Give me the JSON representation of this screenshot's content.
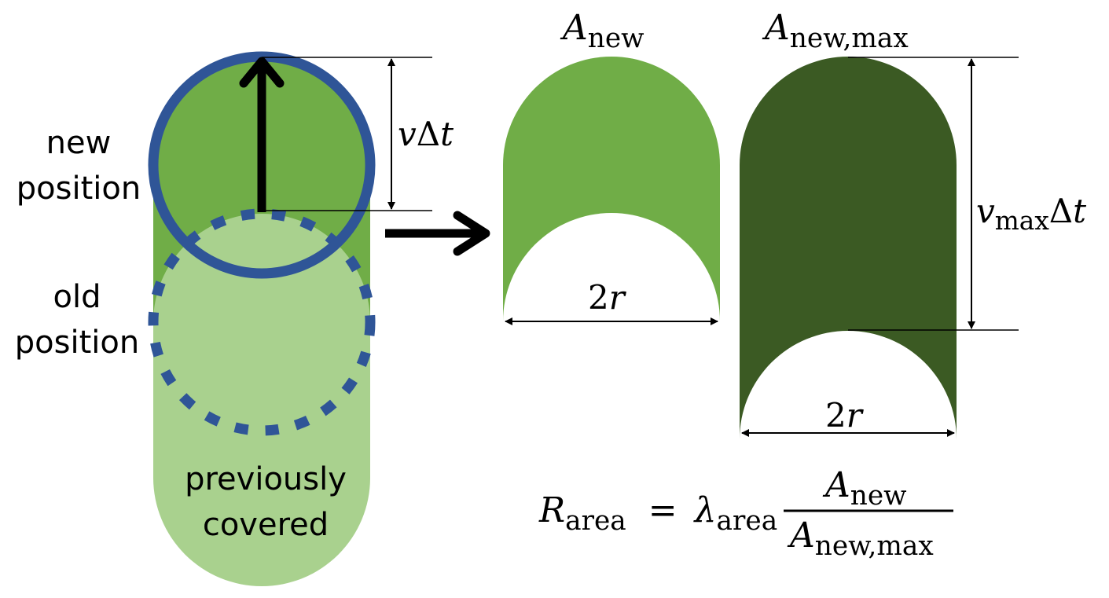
{
  "colors": {
    "new_area": "#70ad47",
    "covered_area": "#a9d18e",
    "max_area": "#3b5a23",
    "robot_outline": "#2f5597",
    "arrow": "#000000"
  },
  "labels": {
    "new_position": [
      "new",
      "position"
    ],
    "old_position": [
      "old",
      "position"
    ],
    "previously_covered": [
      "previously",
      "covered"
    ]
  },
  "math": {
    "v_dt": {
      "v": "v",
      "delta": "Δ",
      "t": "t"
    },
    "a_new": {
      "base": "A",
      "sub": "new"
    },
    "a_new_max": {
      "base": "A",
      "sub": "new,max"
    },
    "width_left": {
      "two": "2",
      "r": "r"
    },
    "width_right": {
      "two": "2",
      "r": "r"
    },
    "vmax_dt": {
      "v": "v",
      "sub": "max",
      "delta": "Δ",
      "t": "t"
    },
    "formula": {
      "r": "R",
      "r_sub": "area",
      "eq": "=",
      "lambda": "λ",
      "lambda_sub": "area",
      "num_base": "A",
      "num_sub": "new",
      "den_base": "A",
      "den_sub": "new,max"
    }
  }
}
